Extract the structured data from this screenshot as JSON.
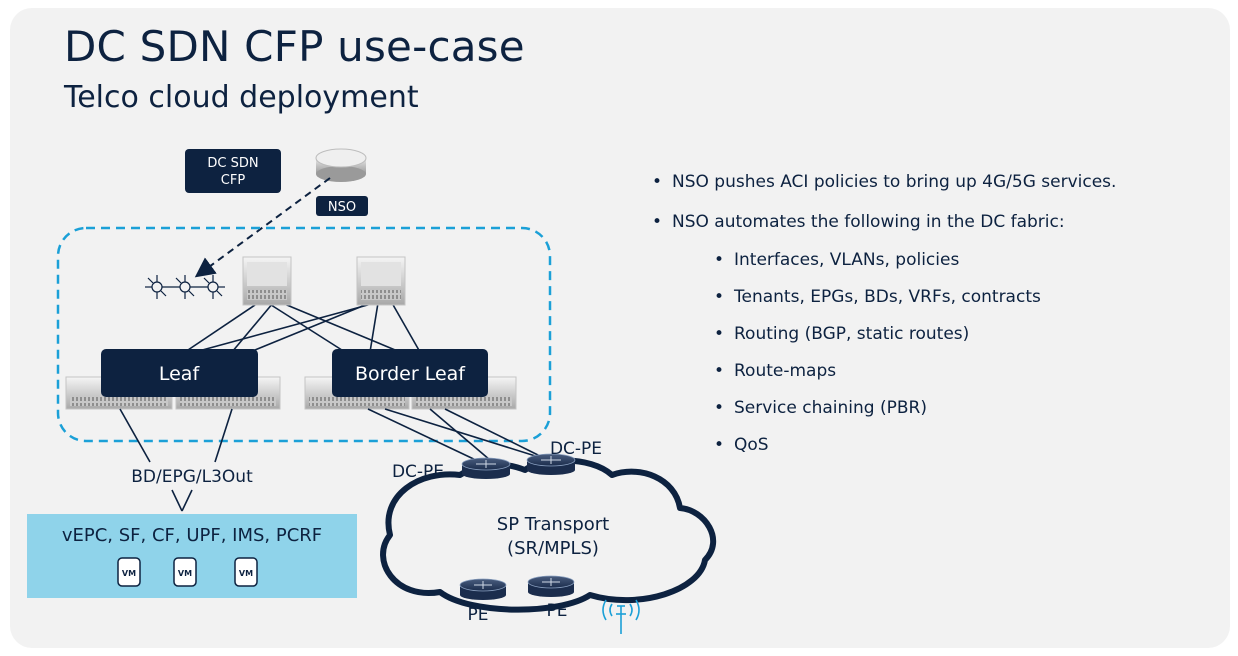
{
  "header": {
    "title": "DC SDN CFP use-case",
    "subtitle": "Telco cloud deployment"
  },
  "diagram": {
    "cfp_label_line1": "DC SDN",
    "cfp_label_line2": "CFP",
    "nso_label": "NSO",
    "leaf_label": "Leaf",
    "border_leaf_label": "Border Leaf",
    "bd_epg_label": "BD/EPG/L3Out",
    "workloads_label": "vEPC, SF, CF, UPF, IMS, PCRF",
    "vm_labels": [
      "VM",
      "VM",
      "VM"
    ],
    "dc_pe_left": "DC-PE",
    "dc_pe_right": "DC-PE",
    "transport_line1": "SP Transport",
    "transport_line2": "(SR/MPLS)",
    "pe_left": "PE",
    "pe_right": "PE"
  },
  "bullets": {
    "items": [
      "NSO pushes ACI policies to bring up 4G/5G services.",
      "NSO automates the following in the DC fabric:"
    ],
    "sub_items": [
      "Interfaces, VLANs, policies",
      "Tenants, EPGs, BDs, VRFs, contracts",
      "Routing (BGP, static routes)",
      "Route-maps",
      "Service chaining (PBR)",
      "QoS"
    ]
  },
  "colors": {
    "navy": "#0d2240",
    "fabric_border": "#1ba0d7",
    "workload_box": "#8fd3ea"
  }
}
